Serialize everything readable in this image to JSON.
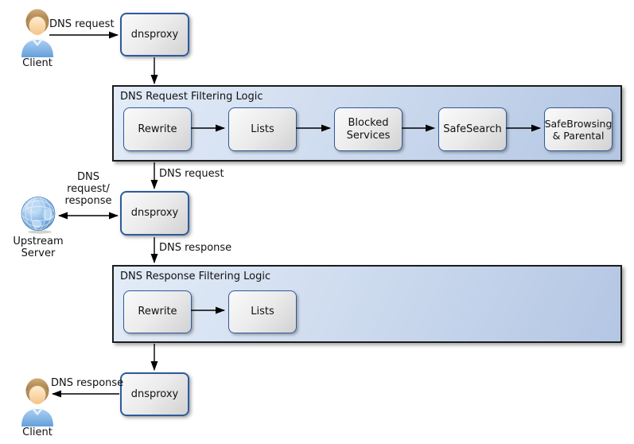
{
  "colors": {
    "node_border": "#2e5a9e",
    "node_fill_light": "#fafafa",
    "node_fill_dark": "#d2d2d2",
    "container_fill_light": "#e3ecf8",
    "container_fill_dark": "#b3c6e3",
    "container_border": "#1c1c1c",
    "arrow": "#000000",
    "globe_blue": "#5590cd",
    "shirt_blue": "#6ba3dd",
    "hair_tan": "#b28b55"
  },
  "nodes": {
    "client_top": {
      "label": "Client"
    },
    "dnsproxy_top": {
      "label": "dnsproxy"
    },
    "dnsproxy_mid": {
      "label": "dnsproxy"
    },
    "dnsproxy_bottom": {
      "label": "dnsproxy"
    },
    "upstream": {
      "label": "Upstream Server"
    },
    "client_bottom": {
      "label": "Client"
    }
  },
  "containers": {
    "request": {
      "title": "DNS Request Filtering Logic",
      "steps": [
        "Rewrite",
        "Lists",
        "Blocked Services",
        "SafeSearch",
        "SafeBrowsing & Parental"
      ]
    },
    "response": {
      "title": "DNS Response Filtering Logic",
      "steps": [
        "Rewrite",
        "Lists"
      ]
    }
  },
  "edge_labels": {
    "client_to_proxy": "DNS request",
    "filter_to_proxy": "DNS request",
    "proxy_upstream": "DNS request/ response",
    "proxy_to_filter": "DNS response",
    "proxy_to_client": "DNS response"
  }
}
